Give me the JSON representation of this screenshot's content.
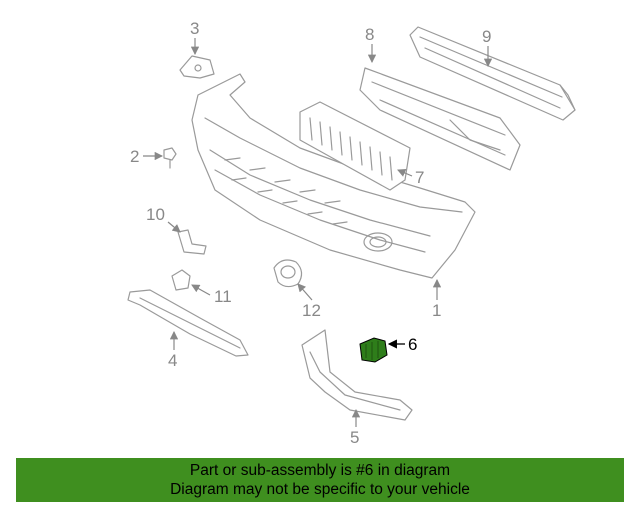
{
  "highlight_color": "#2e7d1a",
  "banner_color": "#3f8f1f",
  "callouts": {
    "c1": "1",
    "c2": "2",
    "c3": "3",
    "c4": "4",
    "c5": "5",
    "c6": "6",
    "c7": "7",
    "c8": "8",
    "c9": "9",
    "c10": "10",
    "c11": "11",
    "c12": "12"
  },
  "highlighted_part": "6",
  "banner": {
    "line1": "Part or sub-assembly is #6 in diagram",
    "line2": "Diagram may not be specific to your vehicle"
  }
}
